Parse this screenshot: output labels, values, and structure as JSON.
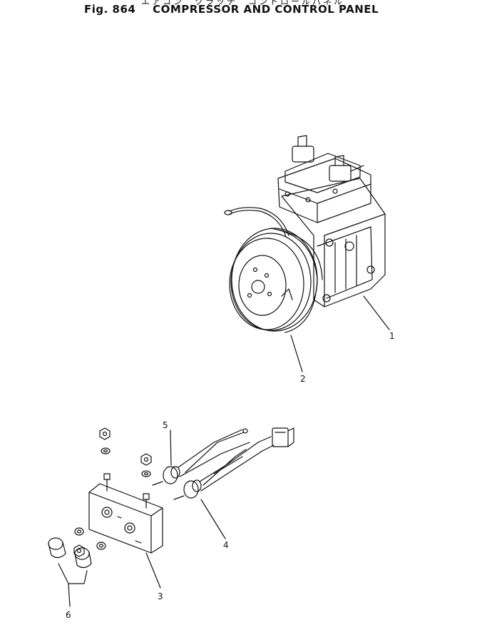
{
  "header": {
    "figure_number": "Fig. 864",
    "title": "COMPRESSOR AND CONTROL PANEL",
    "subtitle_jp": "エアコン　クラッチ　コントロールパネル"
  },
  "callouts": [
    {
      "id": "1"
    },
    {
      "id": "2"
    },
    {
      "id": "3"
    },
    {
      "id": "4"
    },
    {
      "id": "5"
    },
    {
      "id": "6"
    }
  ],
  "colors": {
    "ink": "#111111",
    "paper": "#ffffff"
  }
}
